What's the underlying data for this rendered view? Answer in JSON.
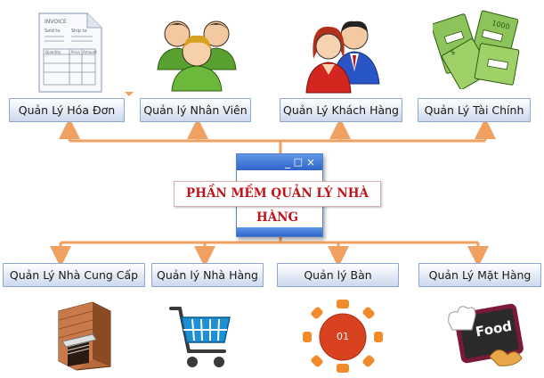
{
  "title": "PHẦN MỀM QUẢN LÝ NHÀ HÀNG",
  "top_modules": [
    {
      "label": "Quản Lý Hóa Đơn",
      "icon": "invoice-icon"
    },
    {
      "label": "Quản lý Nhân Viên",
      "icon": "staff-group-icon"
    },
    {
      "label": "Quản Lý Khách Hàng",
      "icon": "customers-icon"
    },
    {
      "label": "Quản Lý Tài Chính",
      "icon": "money-icon"
    }
  ],
  "bottom_modules": [
    {
      "label": "Quản Lý Nhà Cung Cấp",
      "icon": "store-building-icon"
    },
    {
      "label": "Quản lý Nhà Hàng",
      "icon": "shopping-cart-icon"
    },
    {
      "label": "Quản lý Bàn",
      "icon": "table-icon"
    },
    {
      "label": "Quản Lý Mặt Hàng",
      "icon": "food-menu-icon"
    }
  ],
  "invoice": {
    "heading": "INVOICE",
    "sold_to": "Sold to",
    "ship_to": "Ship to",
    "col_qty": "Quantity",
    "col_price": "Price",
    "col_amount": "Amount"
  },
  "table_number": "01",
  "food_sign": "Food",
  "colors": {
    "connector": "#f0a060",
    "title_red": "#c0141b",
    "box_border": "#8fa6cf",
    "window_blue": "#2f65c9"
  }
}
